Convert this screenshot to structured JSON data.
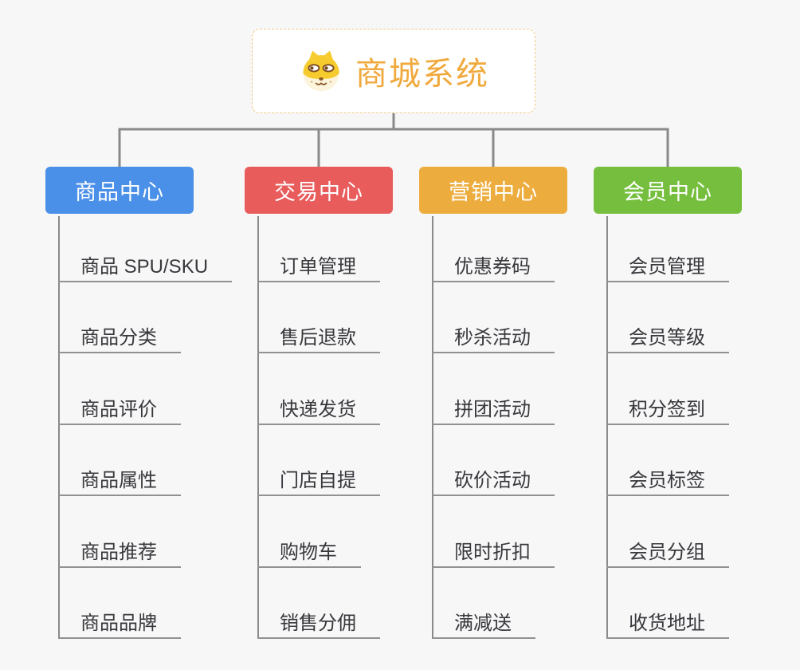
{
  "canvas": {
    "background": "#f7f7f8",
    "connector_color": "#8a8a8a",
    "underline_color": "#919191"
  },
  "root": {
    "title": "商城系统",
    "icon": "dog-face-icon",
    "text_color": "#f0a93c",
    "border_color": "#f2ca80"
  },
  "branches": [
    {
      "id": "product",
      "label": "商品中心",
      "color": "#4a8fe8",
      "items": [
        "商品 SPU/SKU",
        "商品分类",
        "商品评价",
        "商品属性",
        "商品推荐",
        "商品品牌"
      ]
    },
    {
      "id": "trade",
      "label": "交易中心",
      "color": "#e85c5c",
      "items": [
        "订单管理",
        "售后退款",
        "快递发货",
        "门店自提",
        "购物车",
        "销售分佣"
      ]
    },
    {
      "id": "marketing",
      "label": "营销中心",
      "color": "#edad3e",
      "items": [
        "优惠券码",
        "秒杀活动",
        "拼团活动",
        "砍价活动",
        "限时折扣",
        "满减送"
      ]
    },
    {
      "id": "member",
      "label": "会员中心",
      "color": "#76bf3e",
      "items": [
        "会员管理",
        "会员等级",
        "积分签到",
        "会员标签",
        "会员分组",
        "收货地址"
      ]
    }
  ]
}
